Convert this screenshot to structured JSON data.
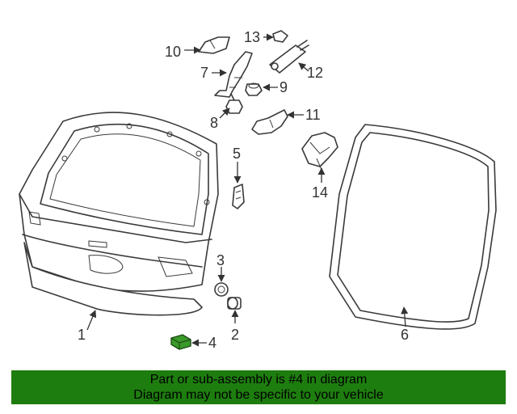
{
  "diagram": {
    "callouts": {
      "p1": "1",
      "p2": "2",
      "p3": "3",
      "p4": "4",
      "p5": "5",
      "p6": "6",
      "p7": "7",
      "p8": "8",
      "p9": "9",
      "p10": "10",
      "p11": "11",
      "p12": "12",
      "p13": "13",
      "p14": "14"
    },
    "highlighted_part": "4",
    "highlight_color": "#3a9a2a"
  },
  "banner": {
    "line1": "Part or sub-assembly is #4 in diagram",
    "line2": "Diagram may not be specific to your vehicle",
    "background": "#1e7d0f"
  }
}
